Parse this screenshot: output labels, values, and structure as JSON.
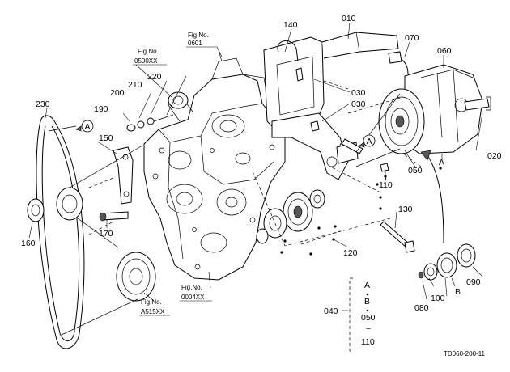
{
  "diagram": {
    "drawing_code": "TD060-200-11",
    "fig_refs": {
      "ref_0601": {
        "label": "Fig.No.",
        "number": "0601"
      },
      "ref_0500": {
        "label": "Fig.No.",
        "number": "0500XX"
      },
      "ref_0004": {
        "label": "Fig.No.",
        "number": "0004XX"
      },
      "ref_a515": {
        "label": "Fig.No.",
        "number": "A515XX"
      }
    },
    "callouts": {
      "p010": "010",
      "p020": "020",
      "p030a": "030",
      "p030b": "030",
      "p050": "050",
      "p060": "060",
      "p070": "070",
      "p080": "080",
      "p090": "090",
      "p100": "100",
      "p110": "110",
      "p120": "120",
      "p130": "130",
      "p140": "140",
      "p150": "150",
      "p160": "160",
      "p170": "170",
      "p190": "190",
      "p200": "200",
      "p210": "210",
      "p220": "220",
      "p230": "230"
    },
    "markers": {
      "circle_a_left": "A",
      "circle_a_right": "A",
      "a_compressor": "A",
      "b_clutch": "B"
    },
    "set_note": {
      "number": "040",
      "line1": "A",
      "line2": "B",
      "line3": "050",
      "tilde": "~",
      "line4": "110"
    },
    "colors": {
      "ink": "#000000",
      "paper": "#ffffff",
      "shade": "#d9d9d9"
    }
  }
}
